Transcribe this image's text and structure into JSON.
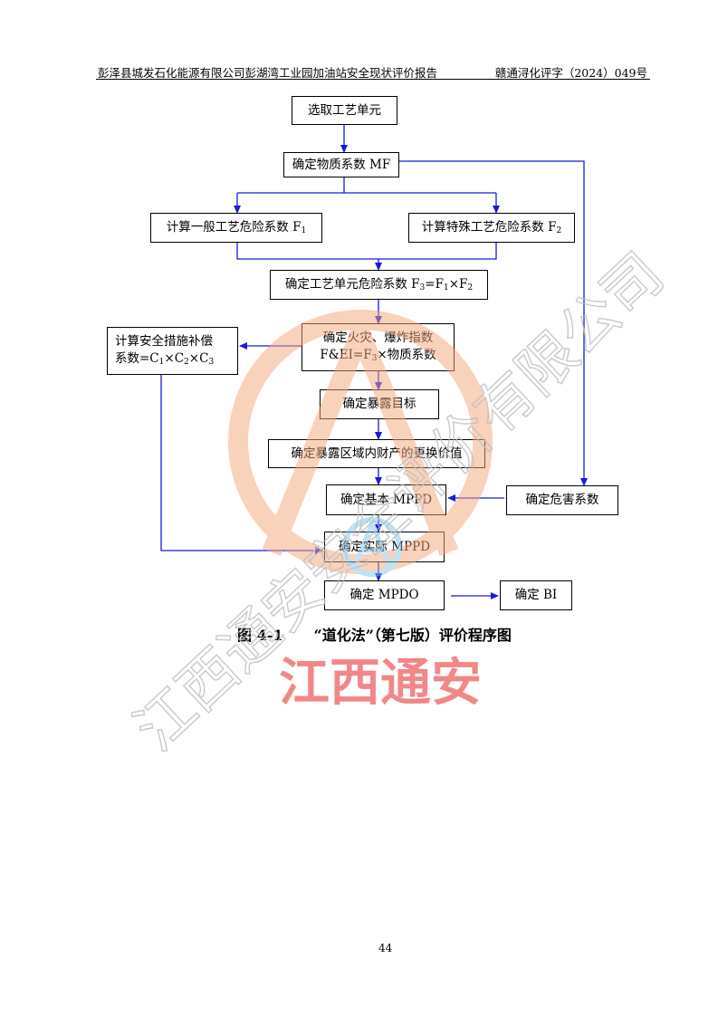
{
  "header": {
    "left": "彭泽县城发石化能源有限公司彭湖湾工业园加油站安全现状评价报告",
    "right": "赣通浔化评字（2024）049号"
  },
  "flowchart": {
    "select_unit": "选取工艺单元",
    "material_factor": "确定物质系数 MF",
    "general_hazard": "计算一般工艺危险系数 F",
    "general_hazard_sub": "1",
    "special_hazard": "计算特殊工艺危险系数 F",
    "special_hazard_sub": "2",
    "unit_hazard": {
      "p1": "确定工艺单元危险系数 F",
      "s1": "3",
      "p2": "=F",
      "s2": "1",
      "p3": "×F",
      "s3": "2"
    },
    "fei": {
      "line1": "确定火灾、爆炸指数",
      "p1": "F&EI=F",
      "s1": "3",
      "p2": "×物质系数"
    },
    "safety_credit": {
      "line1": "计算安全措施补偿",
      "p1": "系数=C",
      "s1": "1",
      "p2": "×C",
      "s2": "2",
      "p3": "×C",
      "s3": "3"
    },
    "exposure_target": "确定暴露目标",
    "replacement_value": "确定暴露区域内财产的更换价值",
    "base_mppd": "确定基本 MPPD",
    "damage_factor": "确定危害系数",
    "actual_mppd": "确定实际 MPPD",
    "mpdo": "确定 MPDO",
    "bi": "确定 BI"
  },
  "caption": {
    "number": "图 4-1",
    "title": "“道化法”（第七版）评价程序图"
  },
  "page_number": "44",
  "watermark": {
    "diagonal": "江西通安安全评价有限公司",
    "red": "江西通安"
  },
  "colors": {
    "arrow": "#1a1adb",
    "watermark_orange": "#f4a77c",
    "watermark_red": "#f06a6a"
  }
}
